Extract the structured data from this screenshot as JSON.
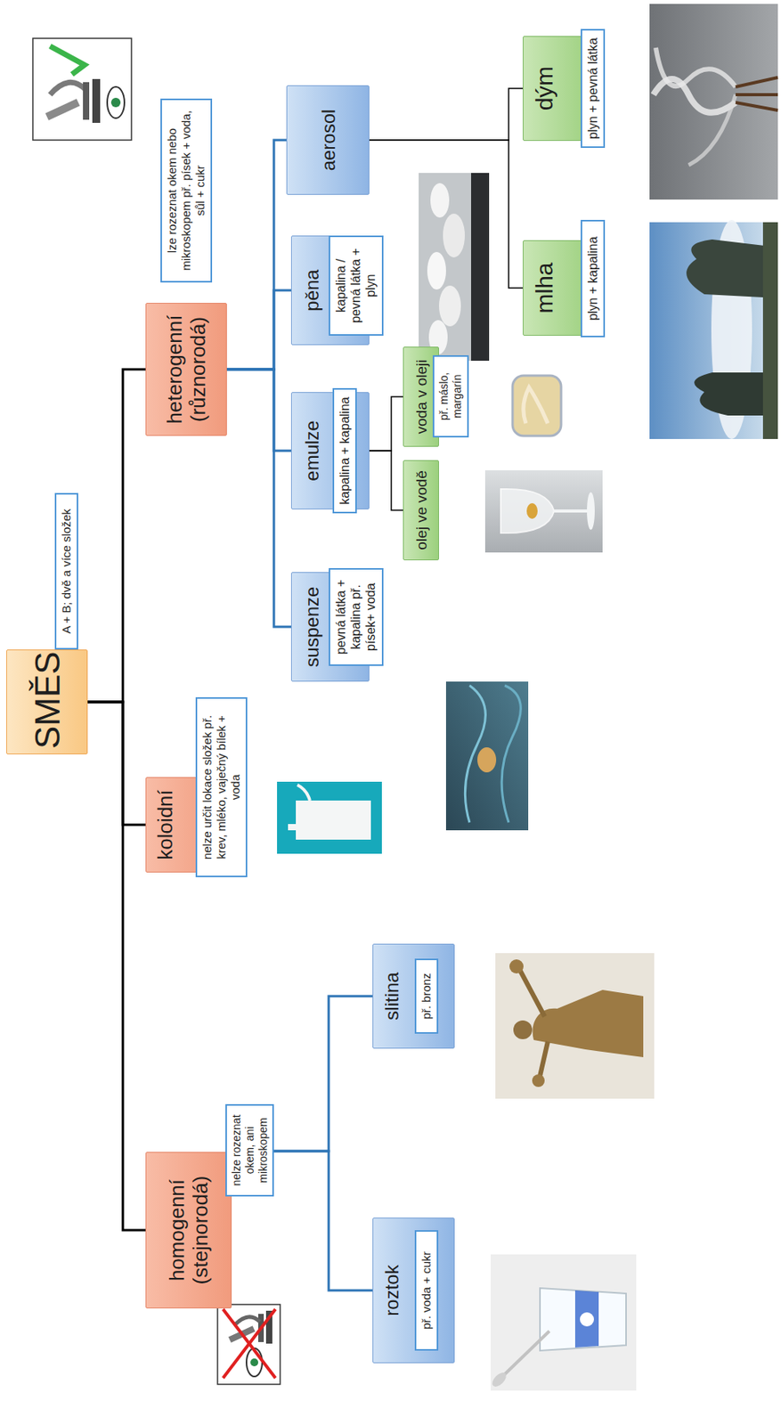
{
  "diagram": {
    "nodes": [
      {
        "text": [
          "SMĚS",
          "A + B; dvě a více složek"
        ]
      },
      {
        "text": [
          "homogenní (stejnorodá)",
          "nelze rozeznat okem, ani mikroskopem"
        ]
      },
      {
        "text": [
          "koloidní",
          "nelze určit lokace složek př. krev, mléko, vaječný bílek + voda"
        ]
      },
      {
        "text": [
          "heterogenní (různorodá)",
          "lze rozeznat okem nebo mikroskopem př. písek + voda, sůl + cukr"
        ]
      },
      {
        "text": [
          "roztok",
          "př. voda + cukr"
        ]
      },
      {
        "text": [
          "slitina",
          "př. bronz"
        ]
      },
      {
        "text": [
          "suspenze",
          "pevná látka + kapalina př. písek+ voda"
        ]
      },
      {
        "text": [
          "emulze",
          "kapalina + kapalina"
        ]
      },
      {
        "text": [
          "olej ve vodě"
        ]
      },
      {
        "text": [
          "voda v oleji",
          "př. máslo, margarín"
        ]
      },
      {
        "text": [
          "pěna",
          "kapalina / pevná látka + plyn"
        ]
      },
      {
        "text": [
          "aerosol"
        ]
      },
      {
        "text": [
          "mlha",
          "plyn + kapalina"
        ]
      },
      {
        "text": [
          "dým",
          "plyn + pevná látka"
        ]
      }
    ],
    "edges": [
      {
        "from": 0,
        "to": 1,
        "arrow": "none"
      },
      {
        "from": 0,
        "to": 2,
        "arrow": "none"
      },
      {
        "from": 0,
        "to": 3,
        "arrow": "none"
      },
      {
        "from": 1,
        "to": 4,
        "arrow": "none"
      },
      {
        "from": 1,
        "to": 5,
        "arrow": "none"
      },
      {
        "from": 3,
        "to": 6,
        "arrow": "none"
      },
      {
        "from": 3,
        "to": 7,
        "arrow": "none"
      },
      {
        "from": 3,
        "to": 10,
        "arrow": "none"
      },
      {
        "from": 3,
        "to": 11,
        "arrow": "none"
      },
      {
        "from": 7,
        "to": 8,
        "arrow": "none"
      },
      {
        "from": 7,
        "to": 9,
        "arrow": "none"
      },
      {
        "from": 11,
        "to": 12,
        "arrow": "none"
      },
      {
        "from": 11,
        "to": 13,
        "arrow": "none"
      }
    ]
  }
}
